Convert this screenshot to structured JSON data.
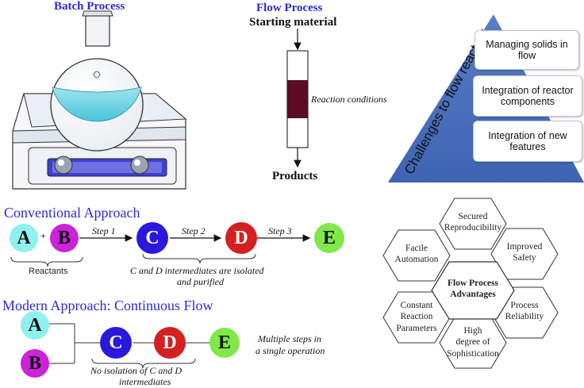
{
  "batch": {
    "title": "Batch Process"
  },
  "flow": {
    "title": "Flow Process",
    "start_label": "Starting material",
    "conditions_label": "Reaction conditions",
    "products_label": "Products"
  },
  "challenges": {
    "title": "Challenges to flow reactors",
    "items": [
      {
        "label": "Managing solids  in flow"
      },
      {
        "label": "Integration of reactor components"
      },
      {
        "label": "Integration of new features"
      }
    ]
  },
  "conventional": {
    "title": "Conventional Approach",
    "plus": "+",
    "nodes": {
      "a": "A",
      "b": "B",
      "c": "C",
      "d": "D",
      "e": "E"
    },
    "steps": [
      "Step 1",
      "Step 2",
      "Step 3"
    ],
    "reactants_label": "Reactants",
    "intermediates_note_line1": "C and D intermediates are isolated",
    "intermediates_note_line2": "and purified"
  },
  "modern": {
    "title": "Modern Approach: Continuous Flow",
    "nodes": {
      "a": "A",
      "b": "B",
      "c": "C",
      "d": "D",
      "e": "E"
    },
    "note_line1": "No isolation of  C and D",
    "note_line2": "intermediates",
    "multi_line1": "Multiple steps in",
    "multi_line2": "a single operation"
  },
  "advantages": {
    "center_line1": "Flow Process",
    "center_line2": "Advantages",
    "items": [
      {
        "line1": "Secured",
        "line2": "Reproducibility",
        "line3": ""
      },
      {
        "line1": "Improved",
        "line2": "Safety",
        "line3": ""
      },
      {
        "line1": "Process",
        "line2": "Reliability",
        "line3": ""
      },
      {
        "line1": "High",
        "line2": "degree of",
        "line3": "Sophistication"
      },
      {
        "line1": "Constant",
        "line2": "Reaction",
        "line3": "Parameters"
      },
      {
        "line1": "Facile",
        "line2": "Automation",
        "line3": ""
      }
    ]
  },
  "colors": {
    "title_blue": "#2d2bd6",
    "triangle_blue": "#4a6fbd",
    "node_a": "#8ff0ef",
    "node_b": "#cc22d9",
    "node_c": "#2a18dd",
    "node_d": "#d42020",
    "node_e": "#7fe94a",
    "conditions_band": "#5a0c22"
  }
}
